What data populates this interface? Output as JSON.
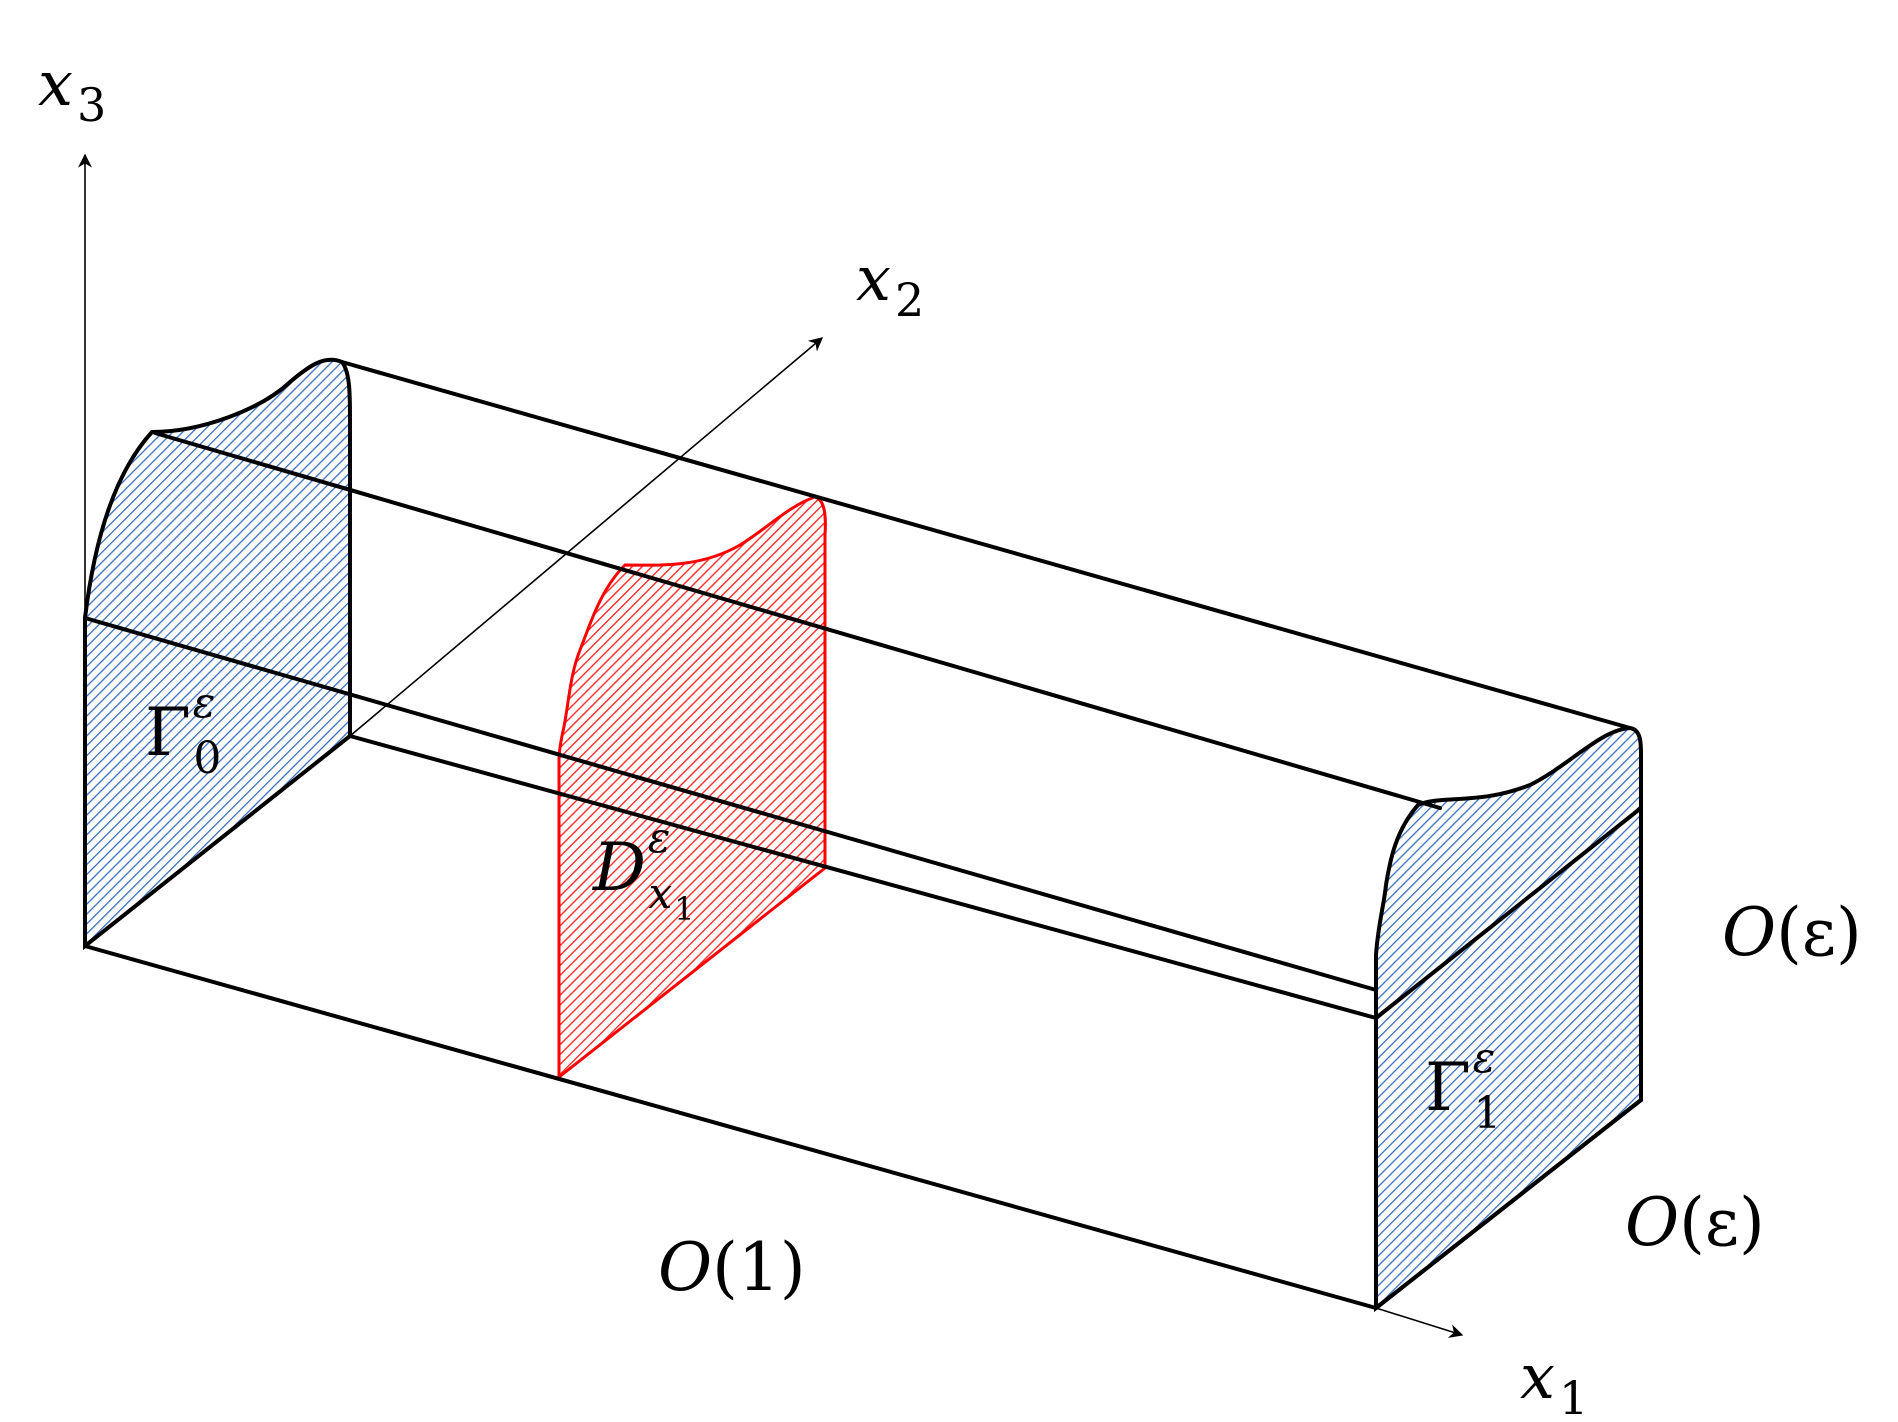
{
  "axes": {
    "x1": {
      "base": "x",
      "sub": "1"
    },
    "x2": {
      "base": "x",
      "sub": "2"
    },
    "x3": {
      "base": "x",
      "sub": "3"
    }
  },
  "faces": {
    "gamma0": {
      "base": "Γ",
      "sup": "ε",
      "sub": "0",
      "color": "#3a6fbf"
    },
    "gamma1": {
      "base": "Γ",
      "sup": "ε",
      "sub": "1",
      "color": "#3a6fbf"
    },
    "cross_section": {
      "base": "D",
      "sup": "ε",
      "sub_base": "x",
      "sub_sub": "1",
      "color": "#ff0000"
    }
  },
  "dimensions": {
    "length": {
      "O": "O",
      "arg": "(1)"
    },
    "depth": {
      "O": "O",
      "arg": "(ε)"
    },
    "height": {
      "O": "O",
      "arg": "(ε)"
    }
  }
}
